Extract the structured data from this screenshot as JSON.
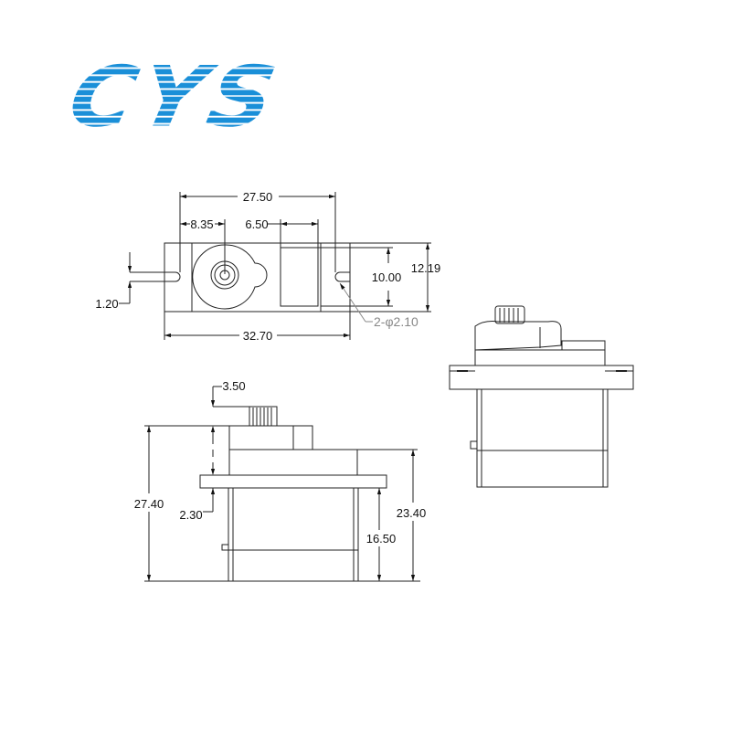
{
  "logo": {
    "text": "CYS",
    "color": "#1a8fd8"
  },
  "top_view": {
    "dims": {
      "overall_hole_spacing": "27.50",
      "shaft_offset": "8.35",
      "window_width": "6.50",
      "inner_height": "10.00",
      "overall_height": "12.19",
      "slot_width": "1.20",
      "overall_length": "32.70",
      "holes": "2-φ2.10"
    }
  },
  "side_view": {
    "dims": {
      "spline_height": "3.50",
      "total_height": "27.40",
      "cap_to_flange": "2.30",
      "body_height": "23.40",
      "flange_to_bottom": "16.50"
    }
  }
}
